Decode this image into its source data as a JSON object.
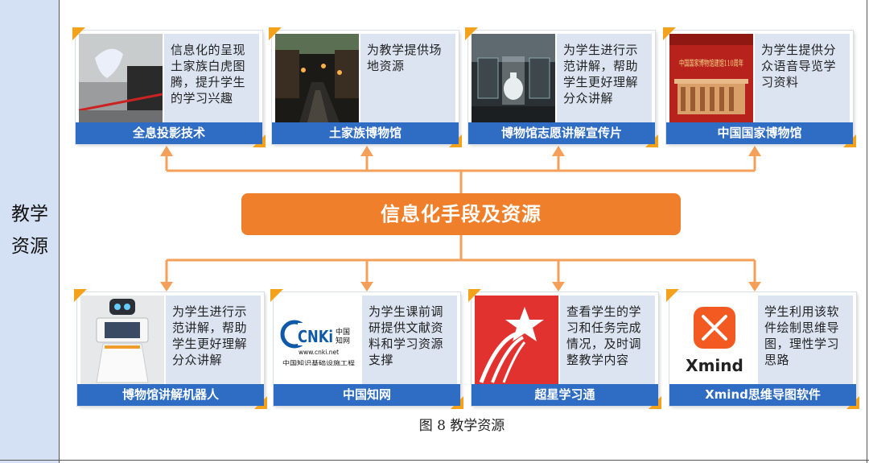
{
  "side_label_line1": "教学",
  "side_label_line2": "资源",
  "center_title": "信息化手段及资源",
  "figure_caption": "图 8  教学资源",
  "colors": {
    "orange": "#f07f2b",
    "arrow": "#f4a05a",
    "caption_blue": "#2f6cc4",
    "desc_bg": "#dce4f2",
    "side_bg": "#d4e0f3"
  },
  "top_cards": [
    {
      "caption": "全息投影技术",
      "desc": "信息化的呈现土家族白虎图腾，提升学生的学习兴趣",
      "image": "hologram-photo"
    },
    {
      "caption": "土家族博物馆",
      "desc": "为教学提供场地资源",
      "image": "museum-street-photo"
    },
    {
      "caption": "博物馆志愿讲解宣传片",
      "desc": "为学生进行示范讲解，帮助学生更好理解分众讲解",
      "image": "museum-exhibit-photo"
    },
    {
      "caption": "中国国家博物馆",
      "desc": "为学生提供分众语音导览学习资料",
      "image": "national-museum-photo",
      "poster_text": "中国国家博物馆建馆110周年"
    }
  ],
  "bottom_cards": [
    {
      "caption": "博物馆讲解机器人",
      "desc": "为学生进行示范讲解，帮助学生更好理解分众讲解",
      "image": "robot-photo"
    },
    {
      "caption": "中国知网",
      "desc": "为学生课前调研提供文献资料和学习资源支撑",
      "image": "cnki-logo",
      "logo": {
        "brand": "CNKi",
        "cn_top": "中国",
        "cn_bottom": "知网",
        "url": "www.cnki.net",
        "tagline": "中国知识基础设施工程"
      }
    },
    {
      "caption": "超星学习通",
      "desc": "查看学生的学习和任务完成情况，及时调整教学内容",
      "image": "chaoxing-logo"
    },
    {
      "caption": "Xmind思维导图软件",
      "desc": "学生利用该软件绘制思维导图，理性学习思路",
      "image": "xmind-logo",
      "logo": {
        "brand": "Xmind"
      }
    }
  ]
}
